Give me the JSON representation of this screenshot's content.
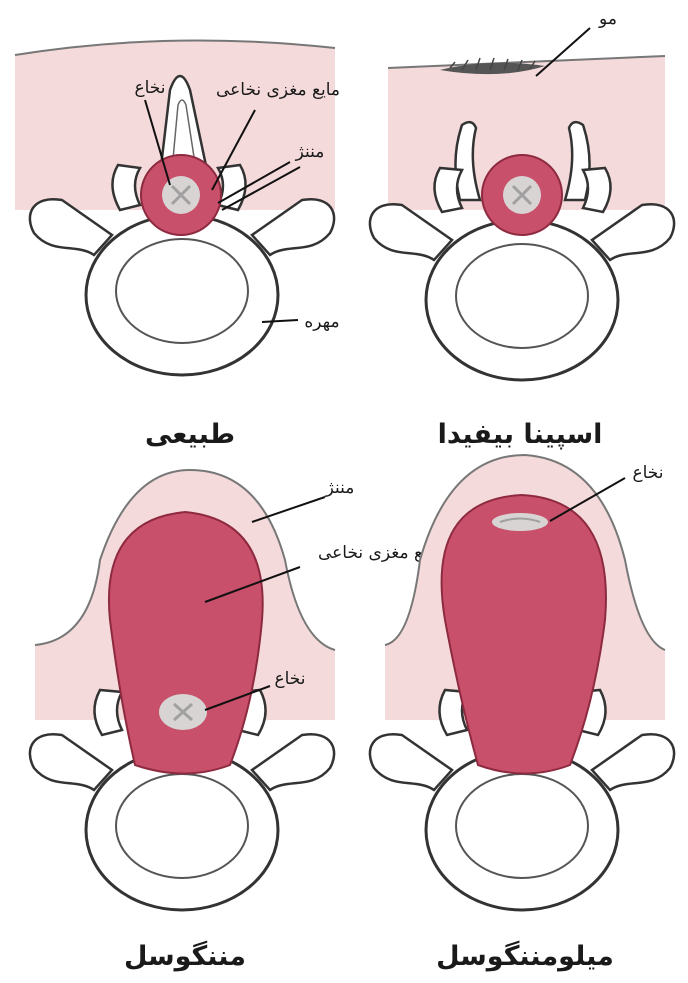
{
  "colors": {
    "skin": "#f4dada",
    "cord_sac": "#c8506a",
    "cord_sac_edge": "#8e2a40",
    "bone_fill": "#ffffff",
    "bone_line": "#333333",
    "cord_core": "#d9d4d4"
  },
  "panels": {
    "normal": {
      "title": "طبیعی",
      "label_spinal_cord": "نخاع",
      "label_csf": "مایع مغزی نخاعی",
      "label_meninges": "مننژ",
      "label_vertebra": "مهره"
    },
    "spina_bifida": {
      "title": "اسپینا بیفیدا",
      "label_hair": "مو"
    },
    "meningocele": {
      "title": "مننگوسل",
      "label_meninges": "مننژ",
      "label_csf": "مایع مغزی نخاعی",
      "label_spinal_cord": "نخاع"
    },
    "myelomeningocele": {
      "title": "میلومننگوسل",
      "label_spinal_cord": "نخاع"
    }
  }
}
